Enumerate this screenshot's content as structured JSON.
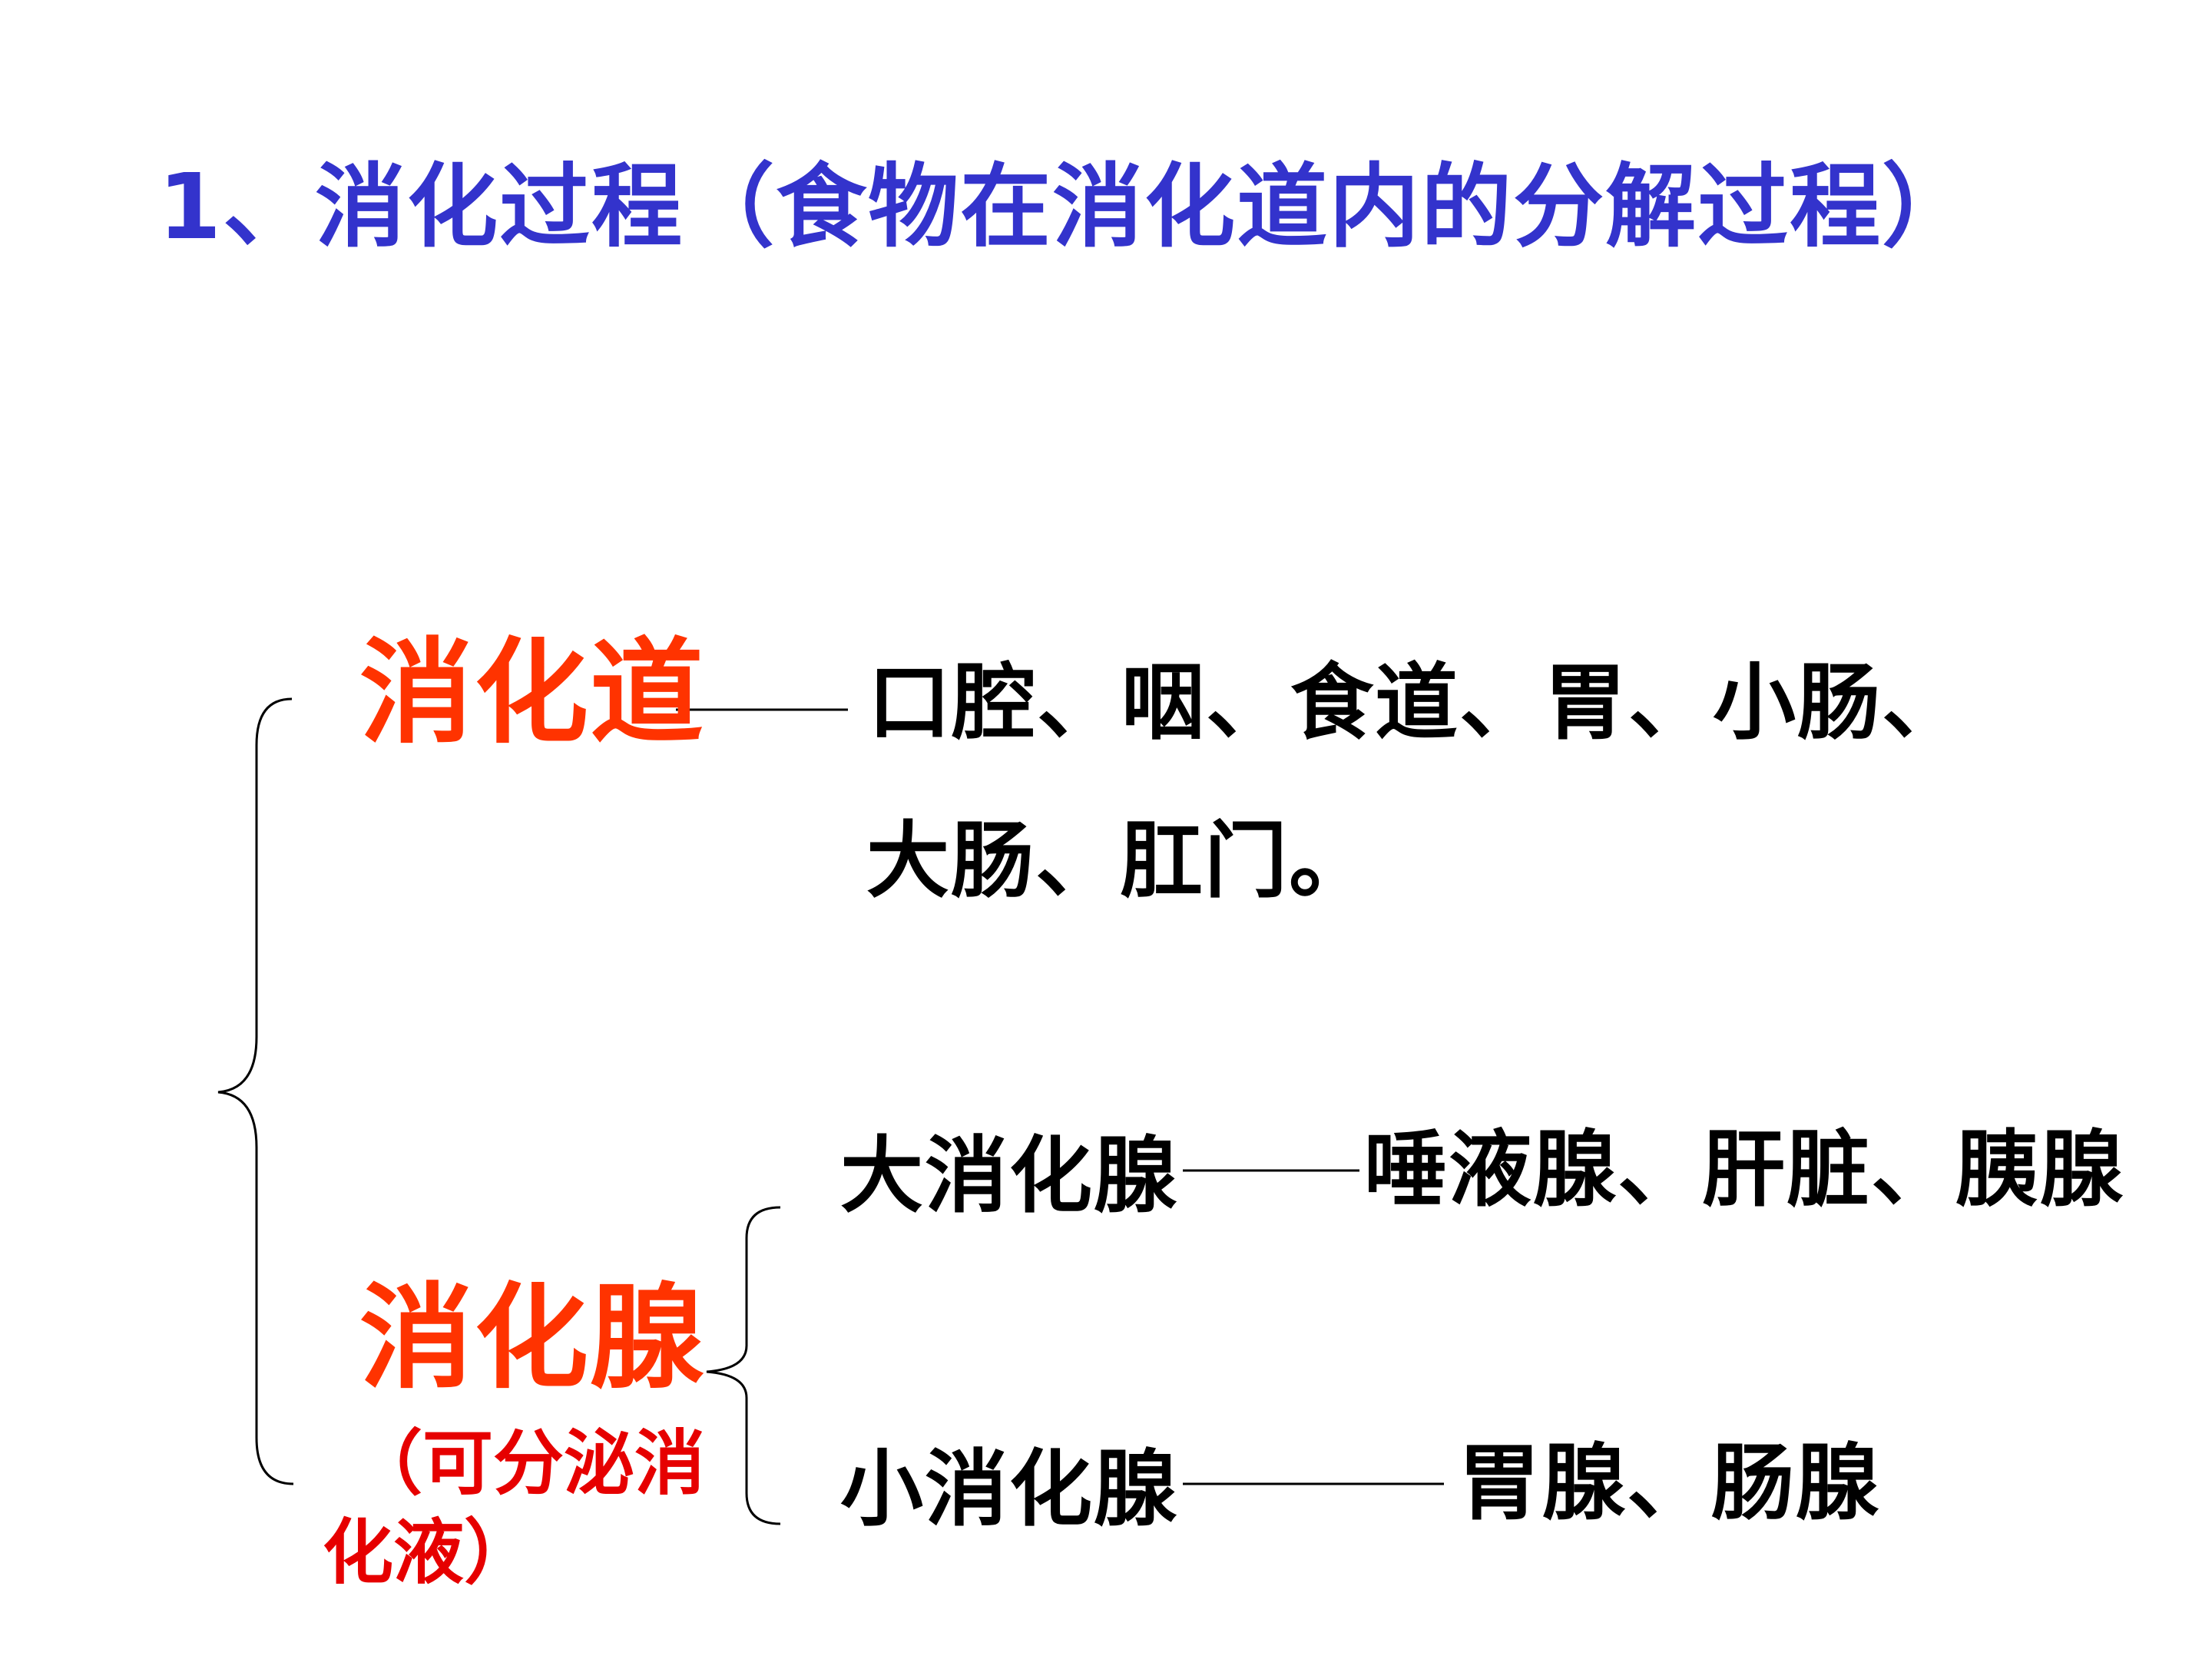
{
  "title": "1、消化过程（食物在消化道内的分解过程）",
  "digestive_tract": {
    "label": "消化道",
    "organs_line1": "口腔、咽、食道、胃、小肠、",
    "organs_line2": "大肠、肛门。"
  },
  "digestive_glands": {
    "label": "消化腺",
    "note_line1": "（可分泌消",
    "note_line2": "化液）",
    "large": {
      "label": "大消化腺",
      "members": "唾液腺、肝脏、胰腺"
    },
    "small": {
      "label": "小消化腺",
      "members": "胃腺、肠腺"
    }
  },
  "colors": {
    "title": "#3333cc",
    "category": "#ff3300",
    "note": "#e60000",
    "body_text": "#000000"
  }
}
